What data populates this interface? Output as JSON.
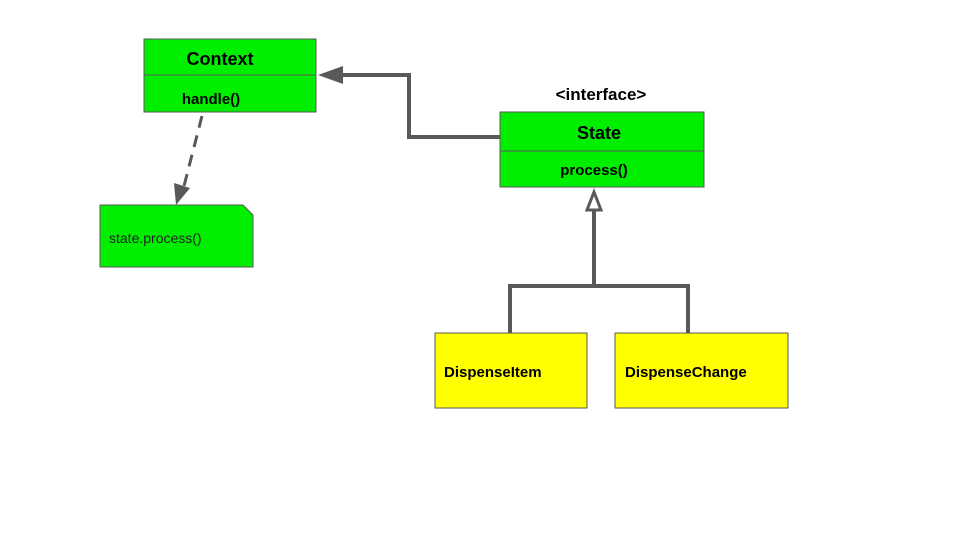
{
  "diagram": {
    "context": {
      "title": "Context",
      "method": "handle()"
    },
    "note": {
      "text": "state.process()"
    },
    "state": {
      "stereotype": "<interface>",
      "title": "State",
      "method": "process()"
    },
    "implementations": [
      {
        "name": "DispenseItem"
      },
      {
        "name": "DispenseChange"
      }
    ]
  },
  "colors": {
    "class_fill": "#00ee00",
    "impl_fill": "#ffff00",
    "stroke": "#595959",
    "connector": "#595959",
    "text": "#000000"
  }
}
